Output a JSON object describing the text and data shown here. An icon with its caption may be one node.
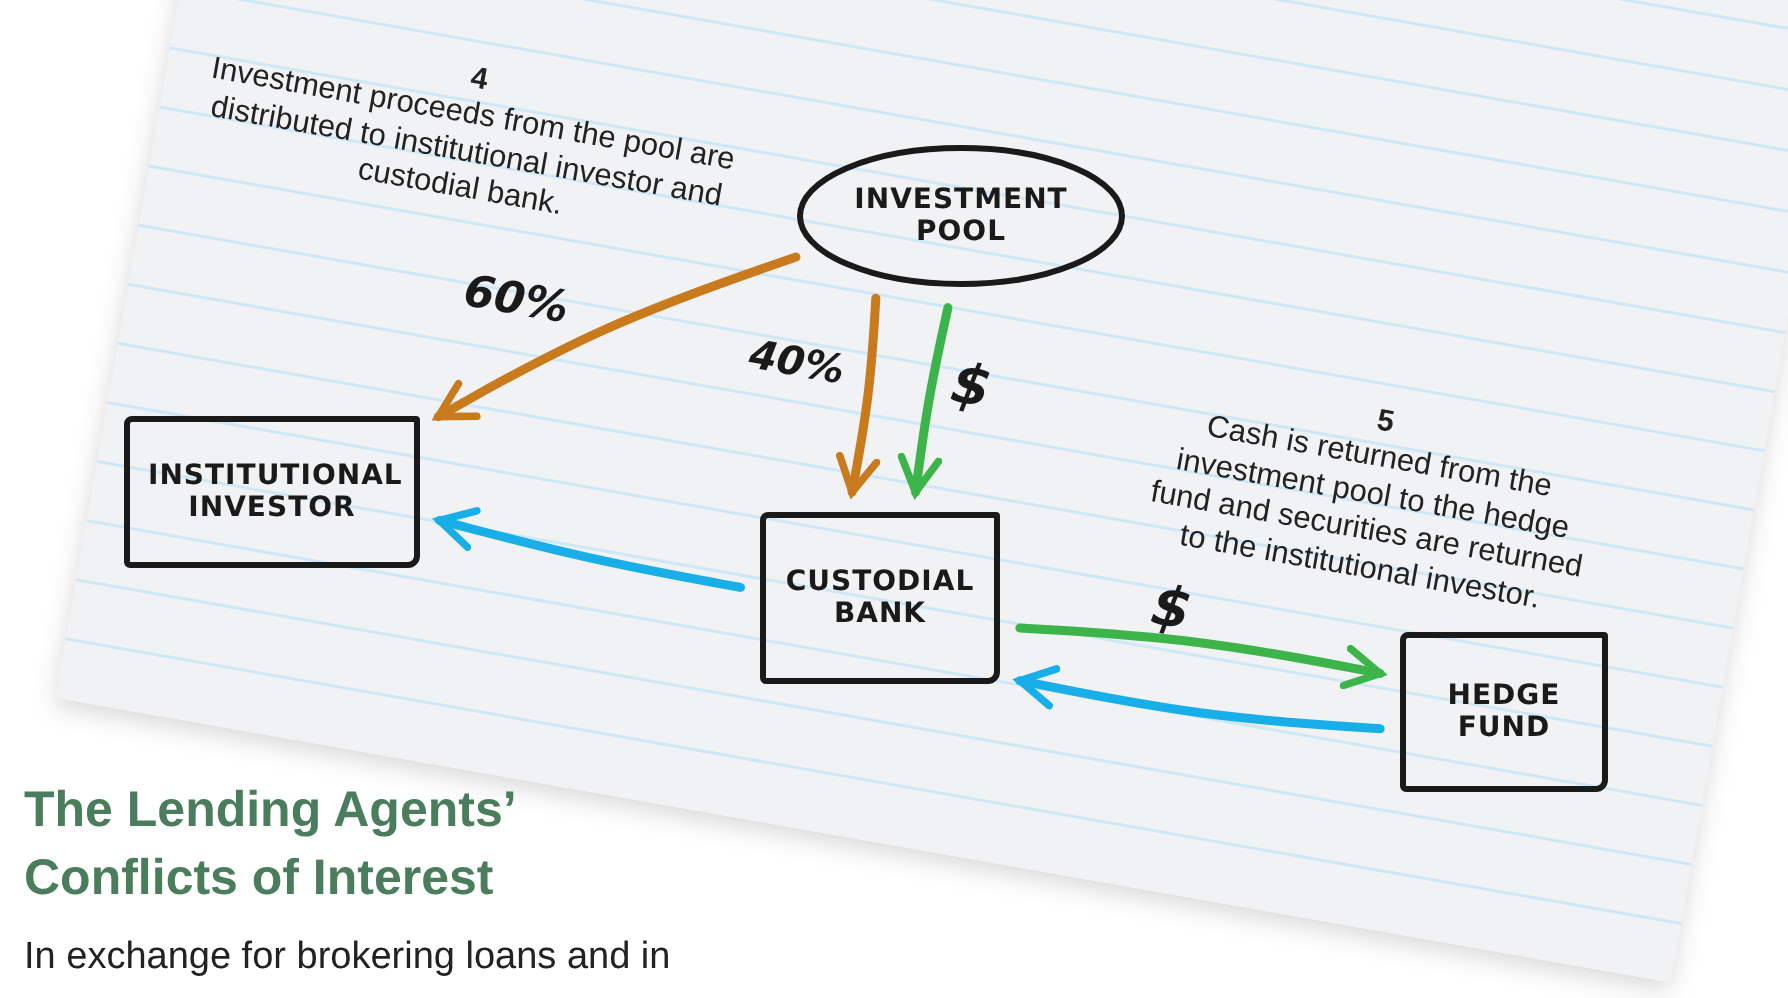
{
  "diagram": {
    "title": "The Lending Agents’ Conflicts of Interest",
    "nodes": [
      {
        "text": [
          "INVESTMENT POOL"
        ]
      },
      {
        "text": [
          "INSTITUTIONAL INVESTOR"
        ]
      },
      {
        "text": [
          "CUSTODIAL BANK"
        ]
      },
      {
        "text": [
          "HEDGE FUND"
        ]
      }
    ],
    "edges": [
      {
        "from": 0,
        "to": 1,
        "arrow": "to",
        "label": "60%",
        "color": "#c97a1c"
      },
      {
        "from": 0,
        "to": 2,
        "arrow": "to",
        "label": "40%",
        "color": "#c97a1c"
      },
      {
        "from": 0,
        "to": 2,
        "arrow": "to",
        "label": "$",
        "color": "#3cb44a"
      },
      {
        "from": 2,
        "to": 1,
        "arrow": "to",
        "color": "#18aee8"
      },
      {
        "from": 2,
        "to": 3,
        "arrow": "to",
        "label": "$",
        "color": "#3cb44a"
      },
      {
        "from": 3,
        "to": 2,
        "arrow": "to",
        "color": "#18aee8"
      }
    ],
    "labels": [
      "4",
      "Investment proceeds from the pool are distributed to institutional investor and custodial bank.",
      "5",
      "Cash is returned from the investment pool to the hedge fund and securities are returned to the institutional investor.",
      "In exchange for brokering loans and in"
    ]
  }
}
